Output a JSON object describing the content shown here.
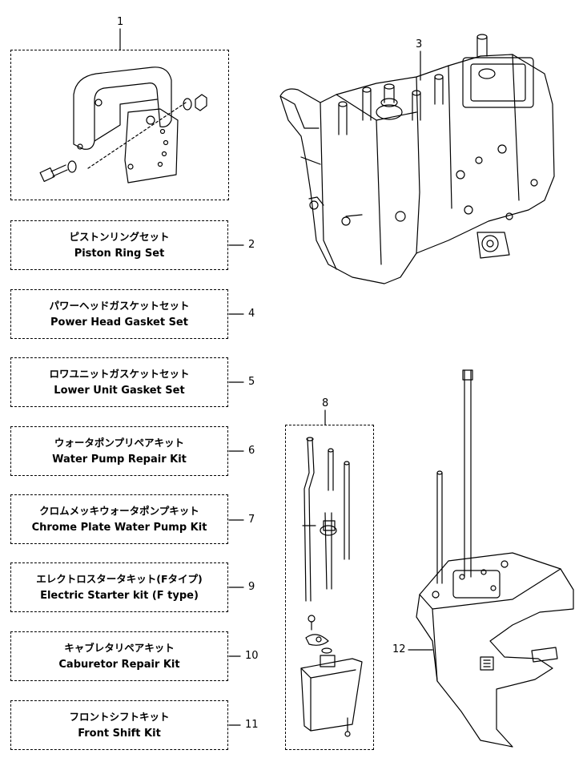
{
  "callouts": {
    "n1": "1",
    "n3": "3",
    "n8": "8",
    "n12": "12"
  },
  "kits": [
    {
      "num": "2",
      "jp": "ピストンリングセット",
      "en": "Piston Ring Set"
    },
    {
      "num": "4",
      "jp": "パワーヘッドガスケットセット",
      "en": "Power Head Gasket Set"
    },
    {
      "num": "5",
      "jp": "ロワユニットガスケットセット",
      "en": "Lower Unit Gasket Set"
    },
    {
      "num": "6",
      "jp": "ウォータポンプリペアキット",
      "en": "Water Pump Repair Kit"
    },
    {
      "num": "7",
      "jp": "クロムメッキウォータポンプキット",
      "en": "Chrome Plate Water Pump Kit"
    },
    {
      "num": "9",
      "jp": "エレクトロスタータキット(Fタイプ)",
      "en": "Electric Starter kit (F type)"
    },
    {
      "num": "10",
      "jp": "キャブレタリペアキット",
      "en": "Caburetor Repair Kit"
    },
    {
      "num": "11",
      "jp": "フロントシフトキット",
      "en": "Front Shift Kit"
    }
  ]
}
